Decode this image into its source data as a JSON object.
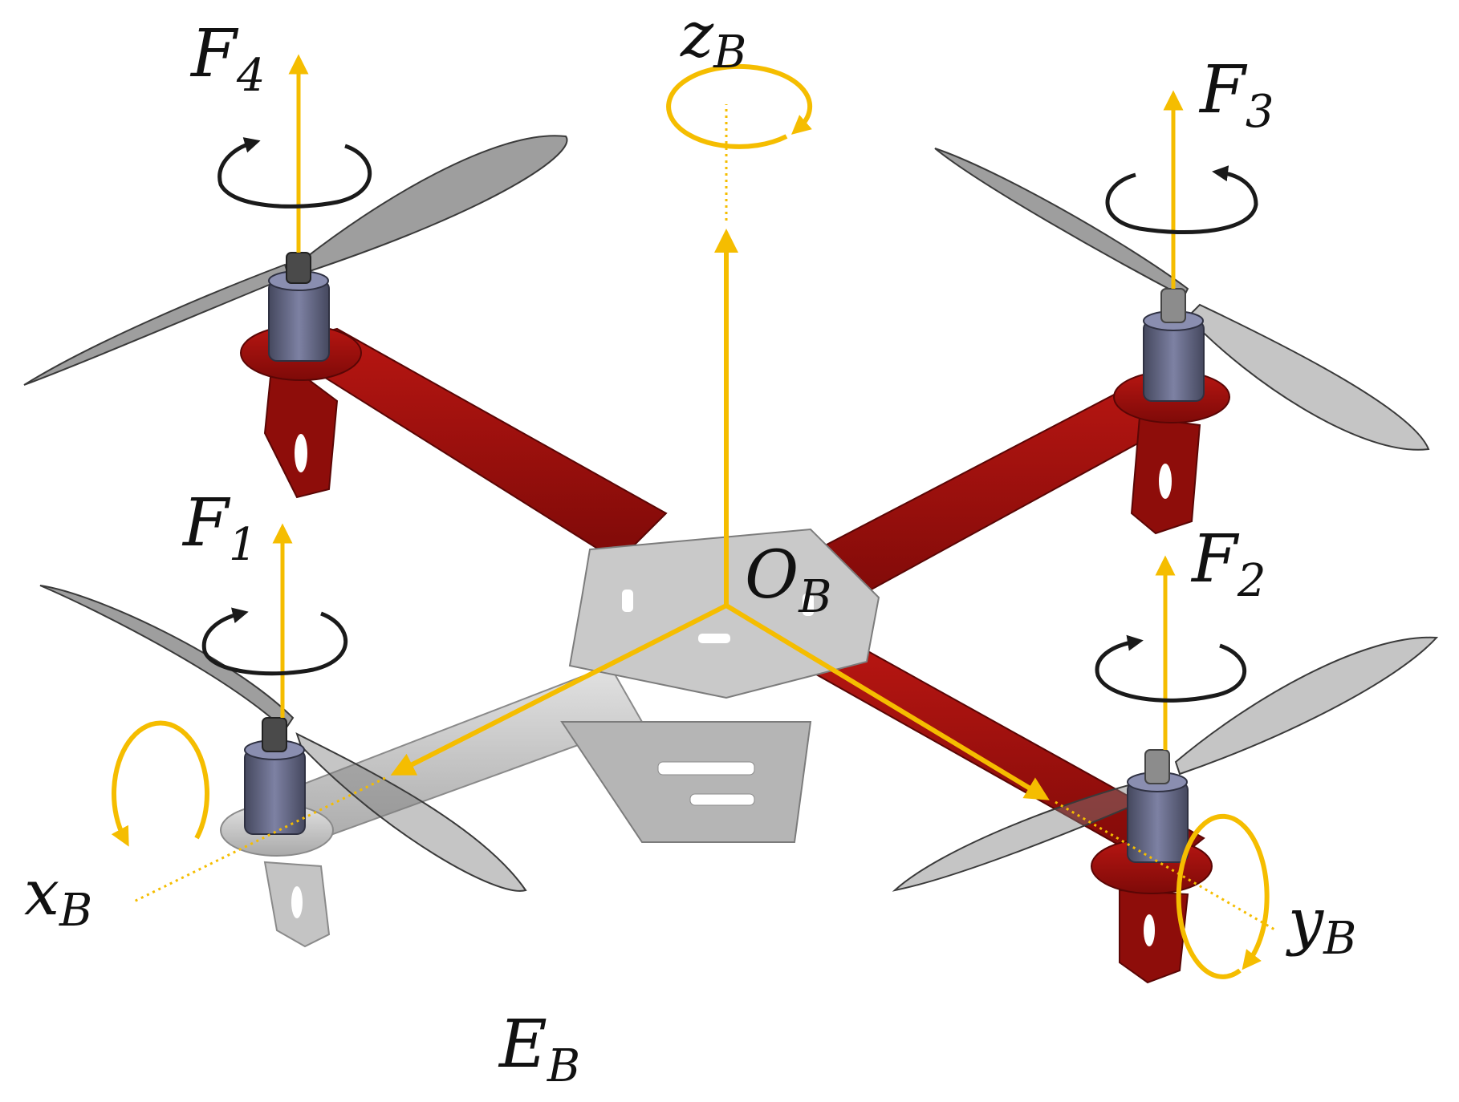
{
  "colors": {
    "axis": "#F5BD00",
    "frame_red": "#A3110E",
    "frame_red_dark": "#6E0807",
    "frame_gray": "#C8C8C8",
    "plate": "#BDBDBD",
    "motor": "#5E6280",
    "propeller": "#7A7A7A",
    "rotation_arrow": "#1A1A1A"
  },
  "labels": {
    "z_axis": {
      "base": "z",
      "sub": "B"
    },
    "x_axis": {
      "base": "x",
      "sub": "B"
    },
    "y_axis": {
      "base": "y",
      "sub": "B"
    },
    "origin": {
      "base": "O",
      "sub": "B"
    },
    "frame": {
      "base": "E",
      "sub": "B"
    },
    "f1": {
      "base": "F",
      "sub": "1"
    },
    "f2": {
      "base": "F",
      "sub": "2"
    },
    "f3": {
      "base": "F",
      "sub": "3"
    },
    "f4": {
      "base": "F",
      "sub": "4"
    }
  },
  "icons": {
    "motor": "motor-icon",
    "propeller": "propeller-icon",
    "rotation": "rotation-arrow-icon"
  }
}
